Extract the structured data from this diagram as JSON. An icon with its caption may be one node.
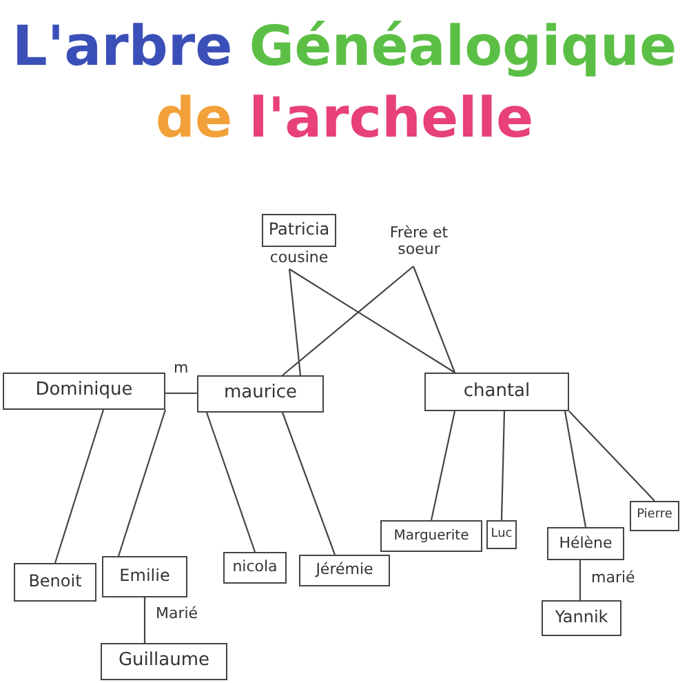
{
  "diagram": {
    "title": "L'arbre Généalogique de l'archelle",
    "nodes": [
      {
        "text": [
          "Patricia"
        ],
        "beside": [
          "cousine"
        ]
      },
      {
        "text": [
          "Frère et soeur"
        ]
      },
      {
        "text": [
          "Dominique"
        ]
      },
      {
        "text": [
          "maurice"
        ]
      },
      {
        "text": [
          "chantal"
        ]
      },
      {
        "text": [
          "Benoit"
        ]
      },
      {
        "text": [
          "Emilie"
        ]
      },
      {
        "text": [
          "Guillaume"
        ]
      },
      {
        "text": [
          "nicola"
        ]
      },
      {
        "text": [
          "Jérémie"
        ]
      },
      {
        "text": [
          "Marguerite"
        ]
      },
      {
        "text": [
          "Luc"
        ]
      },
      {
        "text": [
          "Hélène"
        ]
      },
      {
        "text": [
          "Yannik"
        ]
      },
      {
        "text": [
          "Pierre"
        ]
      }
    ],
    "edges": [
      {
        "from": 0,
        "to": 3,
        "arrow": "none"
      },
      {
        "from": 0,
        "to": 4,
        "arrow": "none"
      },
      {
        "from": 1,
        "to": 3,
        "arrow": "none"
      },
      {
        "from": 1,
        "to": 4,
        "arrow": "none"
      },
      {
        "from": 2,
        "to": 3,
        "arrow": "none",
        "label": "m"
      },
      {
        "from": 2,
        "to": 5,
        "arrow": "none"
      },
      {
        "from": 2,
        "to": 6,
        "arrow": "none"
      },
      {
        "from": 6,
        "to": 7,
        "arrow": "none",
        "label": "Marié"
      },
      {
        "from": 3,
        "to": 8,
        "arrow": "none"
      },
      {
        "from": 3,
        "to": 9,
        "arrow": "none"
      },
      {
        "from": 4,
        "to": 10,
        "arrow": "none"
      },
      {
        "from": 4,
        "to": 11,
        "arrow": "none"
      },
      {
        "from": 4,
        "to": 12,
        "arrow": "none"
      },
      {
        "from": 4,
        "to": 14,
        "arrow": "none"
      },
      {
        "from": 12,
        "to": 13,
        "arrow": "none",
        "label": "marié"
      }
    ]
  }
}
